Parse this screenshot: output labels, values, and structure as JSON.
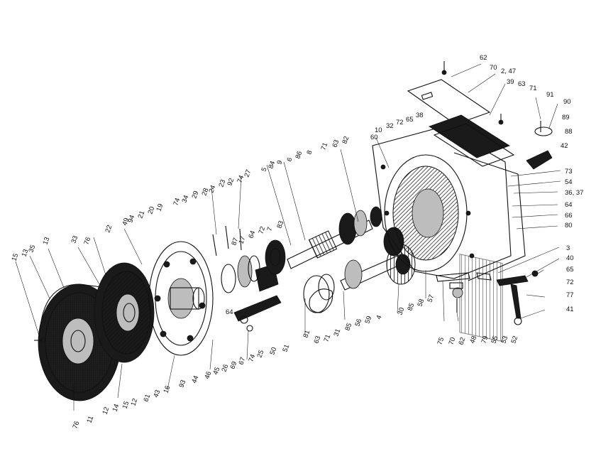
{
  "callouts": [
    "62",
    "70",
    "2, 47",
    "39",
    "63",
    "71",
    "91",
    "90",
    "89",
    "88",
    "42",
    "10",
    "32",
    "72",
    "65",
    "38",
    "60",
    "82",
    "63",
    "71",
    "8",
    "86",
    "6",
    "9",
    "84",
    "5",
    "73",
    "54",
    "36, 37",
    "64",
    "66",
    "80",
    "27",
    "74",
    "92",
    "23",
    "24",
    "28",
    "29",
    "34",
    "74",
    "19",
    "20",
    "21",
    "94",
    "49",
    "22",
    "87",
    "17",
    "64",
    "72",
    "7",
    "83",
    "76",
    "33",
    "13",
    "35",
    "13",
    "15",
    "3",
    "40",
    "65",
    "72",
    "77",
    "41",
    "64",
    "81",
    "63",
    "71",
    "31",
    "85",
    "56",
    "59",
    "4",
    "30",
    "85",
    "58",
    "57",
    "51",
    "50",
    "25",
    "74",
    "67",
    "69",
    "26",
    "45",
    "46",
    "44",
    "93",
    "16",
    "43",
    "61",
    "12",
    "15",
    "14",
    "12",
    "11",
    "76",
    "75",
    "70",
    "62",
    "48",
    "79",
    "55",
    "53",
    "52"
  ]
}
